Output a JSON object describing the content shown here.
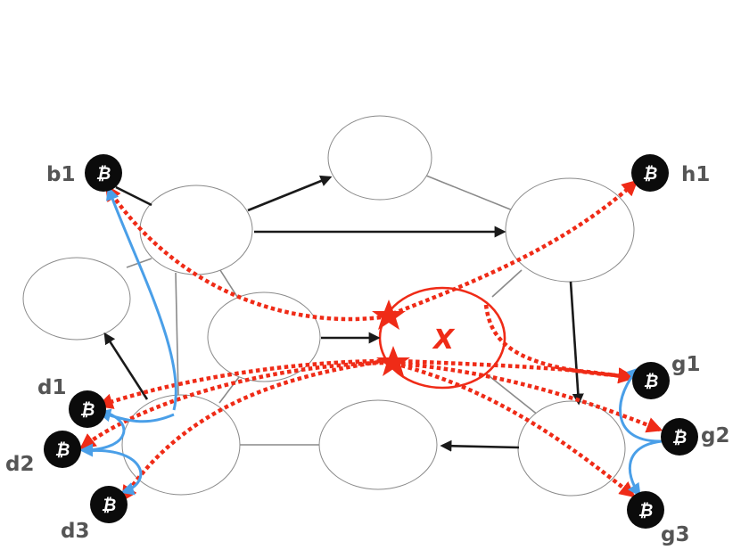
{
  "diagram": {
    "coin_symbol": "₿",
    "attacker_label": "X",
    "coins": {
      "b1": "b1",
      "h1": "h1",
      "d1": "d1",
      "d2": "d2",
      "d3": "d3",
      "g1": "g1",
      "g2": "g2",
      "g3": "g3"
    },
    "colors": {
      "attack_path": "#ef2b17",
      "honest_path": "#4a9fe8",
      "directed_edge": "#1a1a1a",
      "undirected_edge": "#8a8a8a",
      "coin": "#0b0b0b"
    }
  }
}
